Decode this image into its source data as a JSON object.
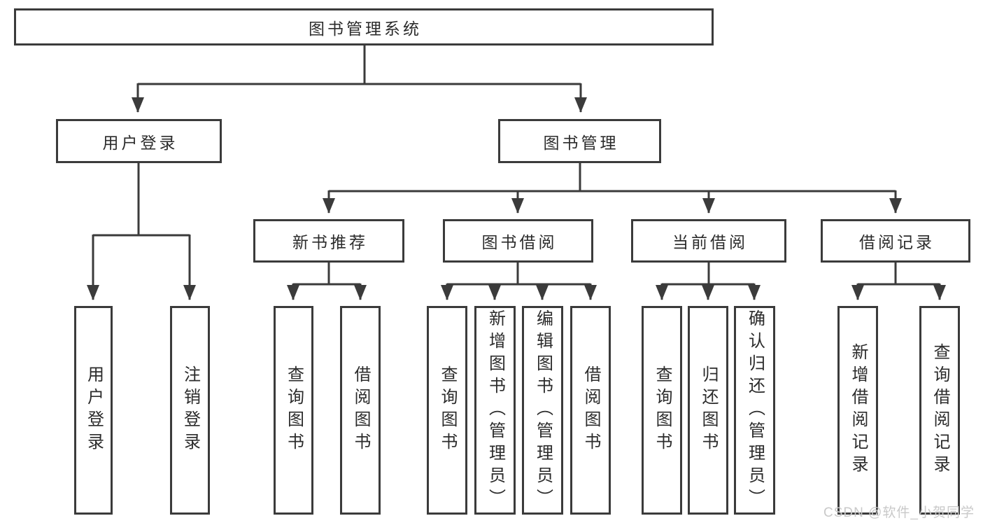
{
  "tree": {
    "label": "图书管理系统",
    "children": [
      {
        "label": "用户登录",
        "children": [
          {
            "label": "用户登录"
          },
          {
            "label": "注销登录"
          }
        ]
      },
      {
        "label": "图书管理",
        "children": [
          {
            "label": "新书推荐",
            "children": [
              {
                "label": "查询图书"
              },
              {
                "label": "借阅图书"
              }
            ]
          },
          {
            "label": "图书借阅",
            "children": [
              {
                "label": "查询图书"
              },
              {
                "label": "新增图书（管理员）"
              },
              {
                "label": "编辑图书（管理员）"
              },
              {
                "label": "借阅图书"
              }
            ]
          },
          {
            "label": "当前借阅",
            "children": [
              {
                "label": "查询图书"
              },
              {
                "label": "归还图书"
              },
              {
                "label": "确认归还（管理员）"
              }
            ]
          },
          {
            "label": "借阅记录",
            "children": [
              {
                "label": "新增借阅记录"
              },
              {
                "label": "查询借阅记录"
              }
            ]
          }
        ]
      }
    ]
  },
  "watermark": "CSDN @软件_小贺同学",
  "colors": {
    "line": "#3b3b3b",
    "text": "#2b2b2b",
    "watermark": "#c9c9c9",
    "background": "#ffffff"
  }
}
